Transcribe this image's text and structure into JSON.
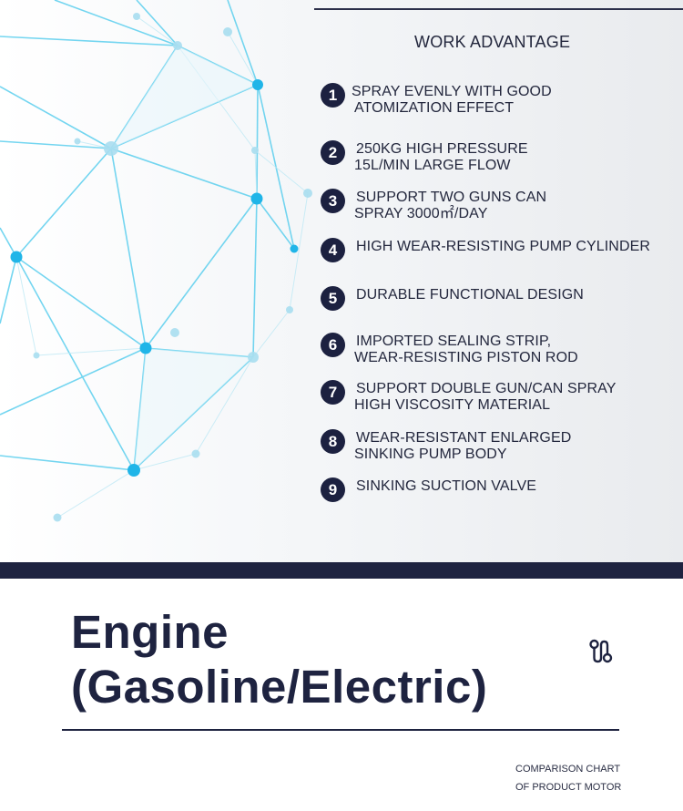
{
  "advantages": {
    "title": "WORK ADVANTAGE",
    "items": [
      {
        "number": "1",
        "line1": "SPRAY EVENLY WITH GOOD",
        "line2": "ATOMIZATION EFFECT"
      },
      {
        "number": "2",
        "line1": "250KG HIGH PRESSURE",
        "line2": "15L/MIN LARGE FLOW"
      },
      {
        "number": "3",
        "line1": "SUPPORT TWO GUNS CAN",
        "line2": "SPRAY 3000㎡/DAY"
      },
      {
        "number": "4",
        "line1": "HIGH WEAR-RESISTING PUMP CYLINDER",
        "line2": ""
      },
      {
        "number": "5",
        "line1": "DURABLE FUNCTIONAL DESIGN",
        "line2": ""
      },
      {
        "number": "6",
        "line1": "IMPORTED SEALING STRIP,",
        "line2": "WEAR-RESISTING PISTON ROD"
      },
      {
        "number": "7",
        "line1": "SUPPORT DOUBLE GUN/CAN SPRAY",
        "line2": "HIGH VISCOSITY MATERIAL"
      },
      {
        "number": "8",
        "line1": "WEAR-RESISTANT ENLARGED",
        "line2": "SINKING PUMP BODY"
      },
      {
        "number": "9",
        "line1": "SINKING SUCTION VALVE",
        "line2": ""
      }
    ]
  },
  "engine": {
    "title_line1": "Engine",
    "title_line2": "(Gasoline/Electric)",
    "icon": "route-icon"
  },
  "caption": {
    "line1": "COMPARISON CHART",
    "line2": "OF PRODUCT MOTOR"
  },
  "colors": {
    "navy": "#1e2340",
    "network_cyan": "#3cc3e6"
  }
}
